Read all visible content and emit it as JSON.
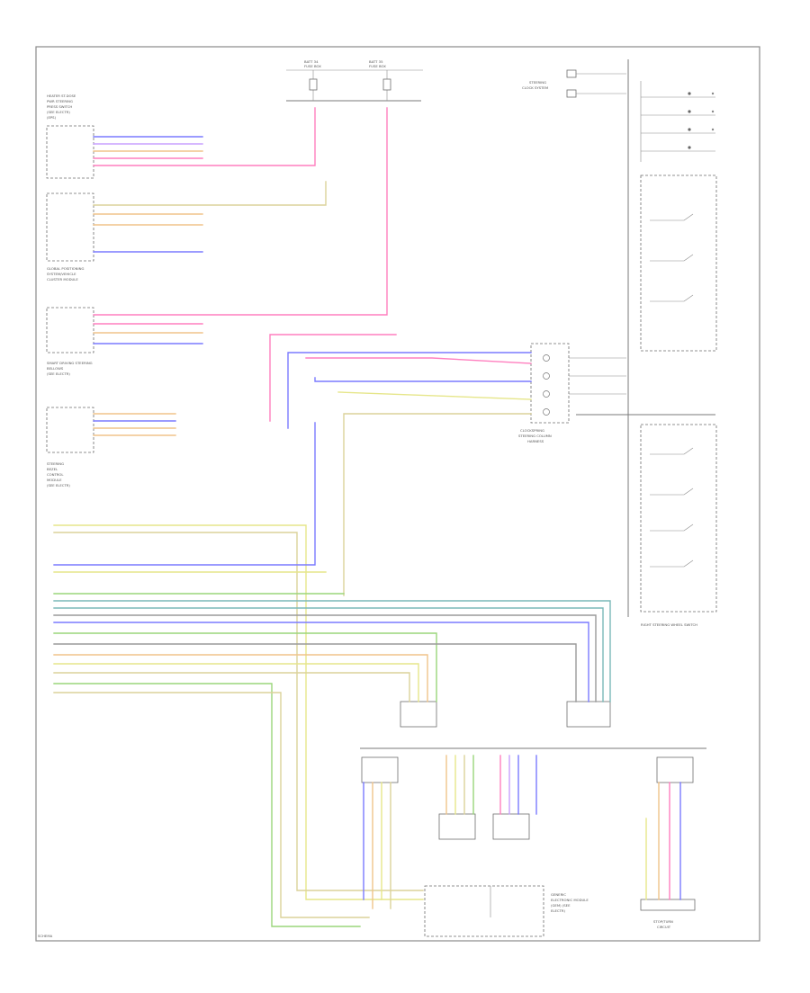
{
  "diagram": {
    "page_ref": "SCHEMA",
    "colors": {
      "pink": "#ff7fbf",
      "blue": "#7a7aff",
      "orange": "#f0c48a",
      "yellow": "#e6e68a",
      "green": "#9ad67a",
      "teal": "#7ab8b8",
      "purple": "#c8a0ff",
      "gray": "#9a9a9a",
      "tan": "#dcd29a"
    },
    "modules": {
      "top_left": [
        "HEATER ST.DOSE",
        "PWR STEERING",
        "PRESS SWITCH",
        "(SEE ELECTR)",
        "(EPS)"
      ],
      "mid_left": [
        "GLOBAL POSITIONING",
        "SYSTEM/VEHICLE",
        "CLUSTER MODULE"
      ],
      "third_left": [
        "SMART DRIVING STEERING",
        "BELLOWS",
        "(SEE ELECTR)"
      ],
      "fourth_left": [
        "STEERING",
        "BEZEL",
        "CONTROL",
        "MODULE",
        "(SEE ELECTR)"
      ],
      "bottom_center": [
        "GENERIC",
        "ELECTRONIC MODULE",
        "(GEM) (SEE",
        "ELECTR)"
      ],
      "bottom_right": [
        "STOP/TURN",
        "CIRCUIT"
      ],
      "clockspring": [
        "CLOCKSPRING",
        "STEERING COLUMN",
        "HARNESS"
      ],
      "right_panel": "RIGHT STEERING WHEEL SWITCH",
      "top_fuse": [
        "BATT 34",
        "FUSE BOX"
      ],
      "top_fuse2": [
        "BATT 35",
        "FUSE BOX"
      ],
      "top_right": [
        "STEERING",
        "CLOCK SYSTEM"
      ]
    }
  }
}
